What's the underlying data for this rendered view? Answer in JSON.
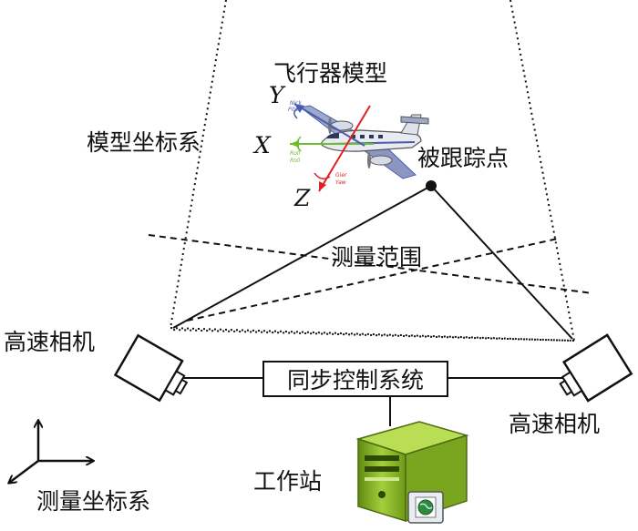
{
  "labels": {
    "aircraft_model": "飞行器模型",
    "model_coordinate_system": "模型坐标系",
    "tracked_point": "被跟踪点",
    "measurement_range": "测量范围",
    "camera_left": "高速相机",
    "camera_right": "高速相机",
    "sync_control_system": "同步控制系统",
    "workstation": "工作站",
    "measurement_coordinate_system": "测量坐标系"
  },
  "axes": {
    "x": "X",
    "y": "Y",
    "z": "Z"
  },
  "rotation_labels": {
    "pitch": [
      "Nick",
      "Pitch"
    ],
    "roll": [
      "Roll",
      "Roll"
    ],
    "yaw": [
      "Gier",
      "Yaw"
    ]
  },
  "colors": {
    "x_axis": "#6bbf2a",
    "y_axis": "#4a5bb0",
    "z_axis": "#e02020",
    "line": "#111111",
    "camera_fill": "#ffffff",
    "workstation": "#8fbc30"
  }
}
